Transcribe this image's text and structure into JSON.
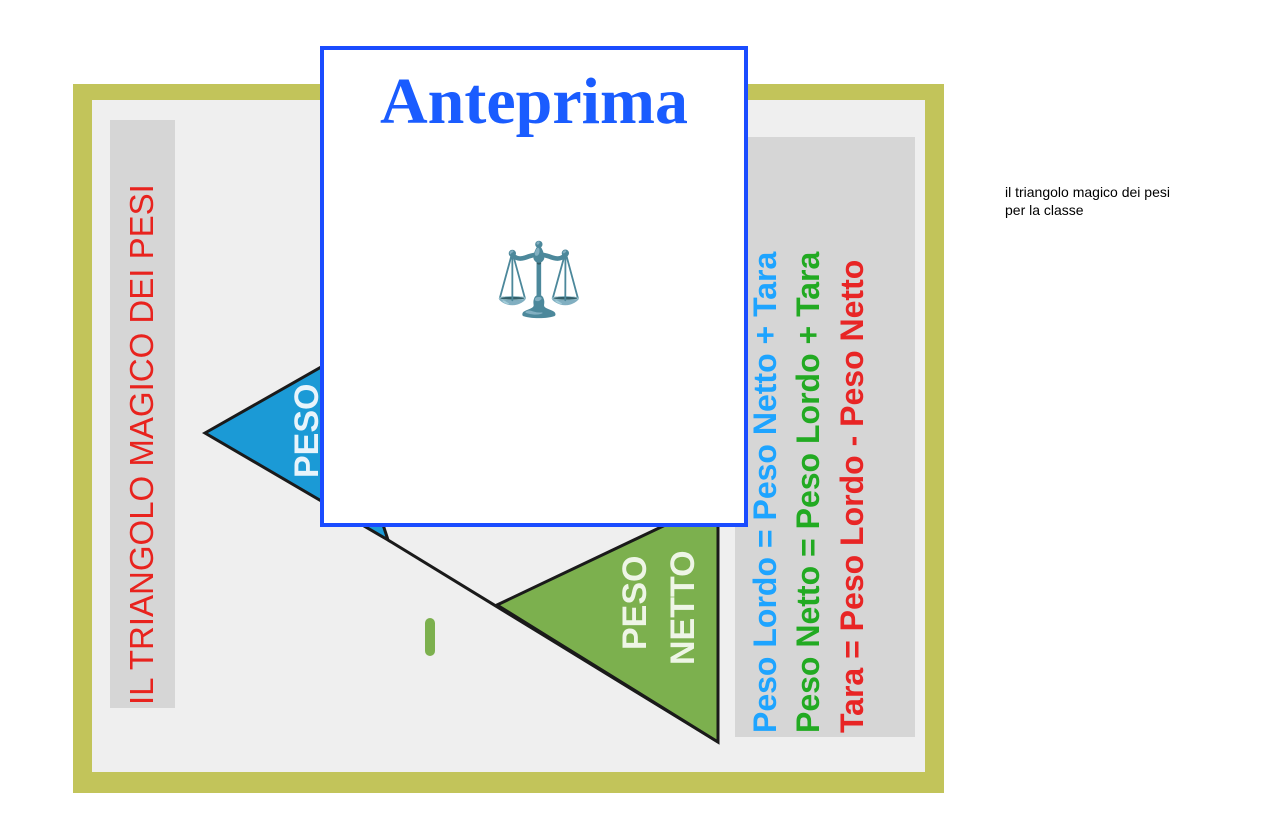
{
  "poster": {
    "title": "IL TRIANGOLO MAGICO DEI PESI",
    "triangle_labels": {
      "top": "PESO",
      "bottom": "PESO NETTO",
      "operator": "−"
    },
    "formulas": [
      {
        "text": "Peso Lordo = Peso Netto + Tara",
        "color": "#1ea4ff"
      },
      {
        "text": "Peso Netto = Peso Lordo + Tara",
        "color": "#22aa22"
      },
      {
        "text": "Tara = Peso Lordo - Peso Netto",
        "color": "#e82525"
      }
    ]
  },
  "preview": {
    "title": "Anteprima",
    "icon": "balance-scale-icon",
    "glyph": "⚖️"
  },
  "caption": {
    "line1": "il triangolo magico dei pesi",
    "line2": "per la classe"
  }
}
